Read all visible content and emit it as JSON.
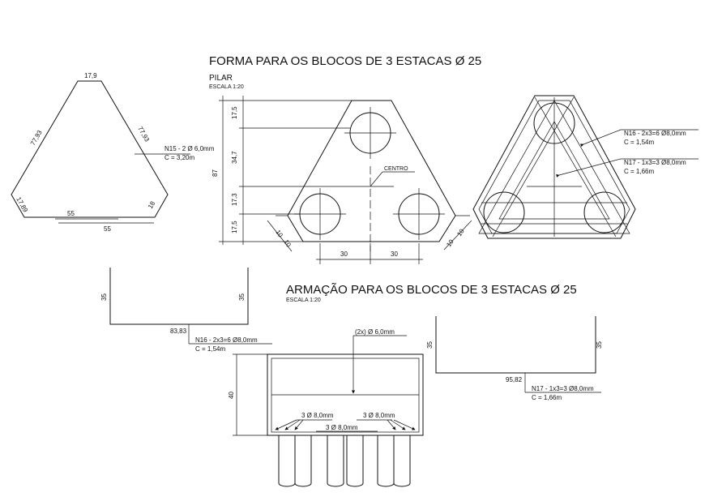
{
  "colors": {
    "ink": "#111111",
    "background": "#ffffff"
  },
  "forma": {
    "title": "FORMA PARA OS BLOCOS DE 3 ESTACAS Ø 25",
    "pilar_label": "PILAR",
    "scale": "ESCALA 1:20",
    "centro_label": "CENTRO",
    "dims": {
      "v1": "17,5",
      "v2": "34,7",
      "v3": "17,3",
      "v4": "17,5",
      "total": "87",
      "bottom_left": "30",
      "bottom_right": "30",
      "chamfer_left_1": "10",
      "chamfer_left_2": "10",
      "chamfer_right_1": "10",
      "chamfer_right_2": "10"
    }
  },
  "stirrup": {
    "top": "17,9",
    "side_left": "77,93",
    "side_right": "77,93",
    "corner_left": "17,89",
    "corner_right": "18",
    "inner_bottom": "55",
    "outer_bottom": "55",
    "callout": "N15 - 2 Ø 6,0mm",
    "length": "C = 3,20m"
  },
  "reinforcement_plan": {
    "n16": "N16 - 2x3=6 Ø8,0mm",
    "n16_len": "C = 1,54m",
    "n17": "N17 - 1x3=3 Ø8,0mm",
    "n17_len": "C = 1,66m"
  },
  "bar_n16": {
    "left": "35",
    "right": "35",
    "bottom": "83,83",
    "callout": "N16 - 2x3=6 Ø8,0mm",
    "length": "C = 1,54m"
  },
  "armacao": {
    "title": "ARMAÇÃO PARA OS BLOCOS DE 3 ESTACAS Ø 25",
    "scale": "ESCALA 1:20",
    "top_bar": "(2x) Ø 6,0mm",
    "height": "40",
    "bars_left": "3 Ø 8,0mm",
    "bars_right": "3 Ø 8,0mm",
    "bars_center": "3 Ø 8,0mm"
  },
  "bar_n17": {
    "left": "35",
    "right": "35",
    "bottom": "95,82",
    "callout": "N17 - 1x3=3 Ø8,0mm",
    "length": "C = 1,66m"
  }
}
